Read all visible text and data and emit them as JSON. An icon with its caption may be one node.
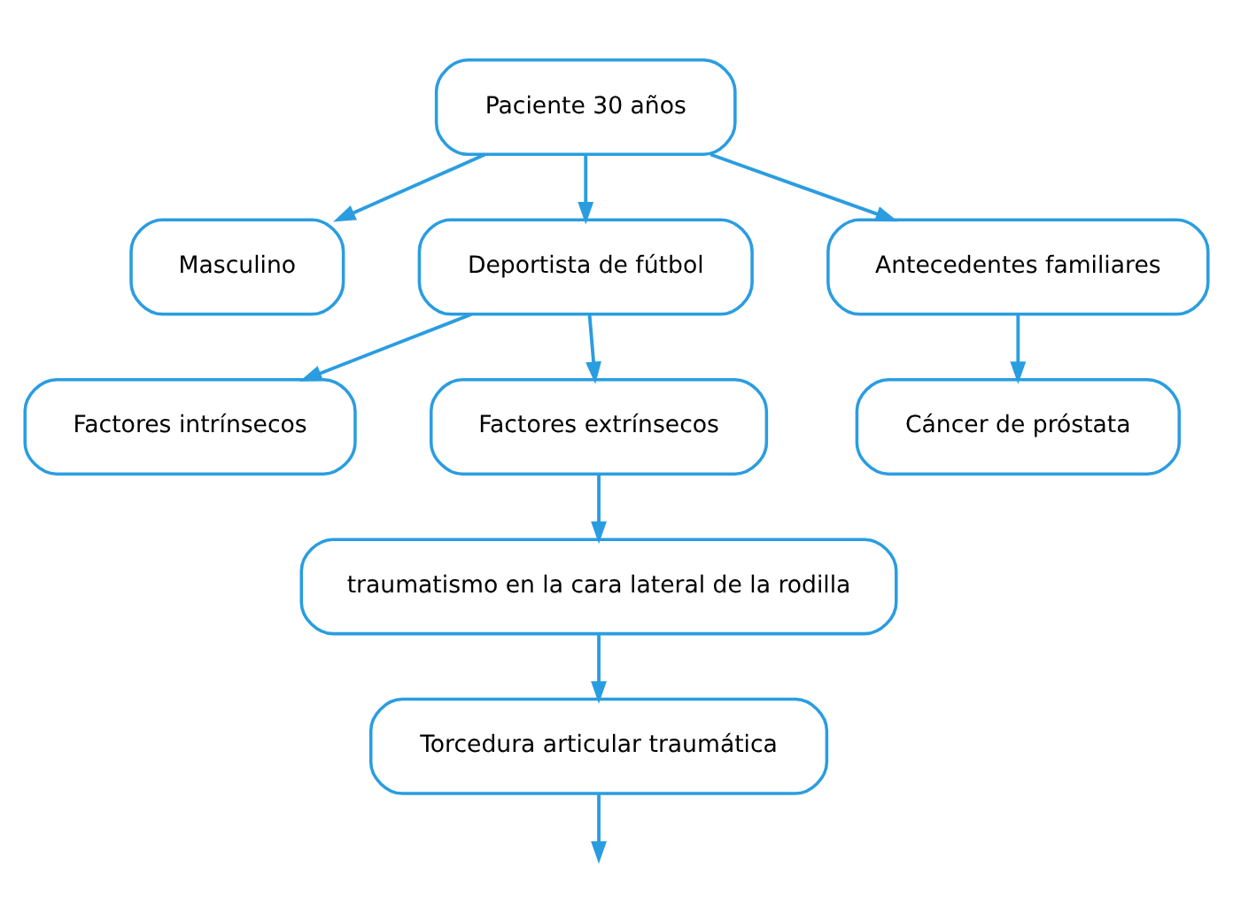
{
  "diagram": {
    "nodes": [
      {
        "text": [
          "Paciente 30 años"
        ]
      },
      {
        "text": [
          "Masculino"
        ]
      },
      {
        "text": [
          "Deportista de fútbol"
        ]
      },
      {
        "text": [
          "Antecedentes familiares"
        ]
      },
      {
        "text": [
          "Cáncer de próstata"
        ]
      },
      {
        "text": [
          "Factores intrínsecos"
        ]
      },
      {
        "text": [
          "Factores extrínsecos"
        ]
      },
      {
        "text": [
          "traumatismo en la cara lateral de la rodilla"
        ]
      },
      {
        "text": [
          "Torcedura articular traumática"
        ]
      }
    ],
    "edges": [
      {
        "from": 0,
        "to": 1,
        "arrow": "to"
      },
      {
        "from": 0,
        "to": 2,
        "arrow": "to"
      },
      {
        "from": 0,
        "to": 3,
        "arrow": "to"
      },
      {
        "from": 3,
        "to": 4,
        "arrow": "to"
      },
      {
        "from": 2,
        "to": 5,
        "arrow": "to"
      },
      {
        "from": 2,
        "to": 6,
        "arrow": "to"
      },
      {
        "from": 6,
        "to": 7,
        "arrow": "to"
      },
      {
        "from": 7,
        "to": 8,
        "arrow": "to"
      },
      {
        "from": 8,
        "to": null,
        "arrow": "to"
      }
    ]
  }
}
